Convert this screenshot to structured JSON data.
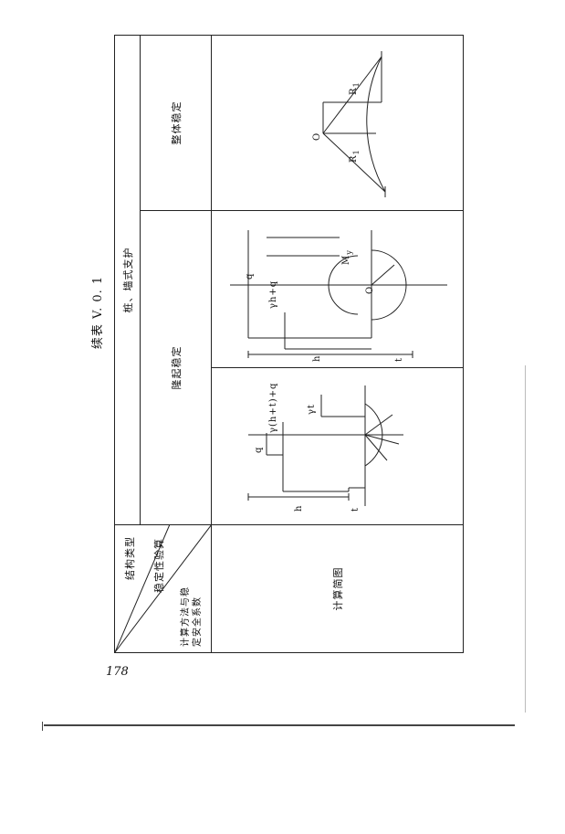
{
  "caption": "续表 V. 0. 1",
  "page_number": "178",
  "table": {
    "header_cell": {
      "top": "结构类型",
      "middle": "稳定性验算",
      "bottom": "计算方法与稳定安全系数"
    },
    "column_group": "桩、墙式支护",
    "column_stable_uplift": "隆起稳定",
    "column_overall": "整体稳定",
    "row_label": "计算简图"
  },
  "diagram_a": {
    "q": "q",
    "load": "γ(h+t)+q",
    "soil": "γt",
    "h": "h",
    "t": "t"
  },
  "diagram_b": {
    "q": "q",
    "load": "γh+q",
    "center": "O",
    "moment": "M",
    "moment_sub": "y",
    "h": "h",
    "t": "t"
  },
  "diagram_c": {
    "center": "O",
    "r1": "R",
    "r1_sub": "1",
    "r2": "R",
    "r2_sub": "1"
  }
}
